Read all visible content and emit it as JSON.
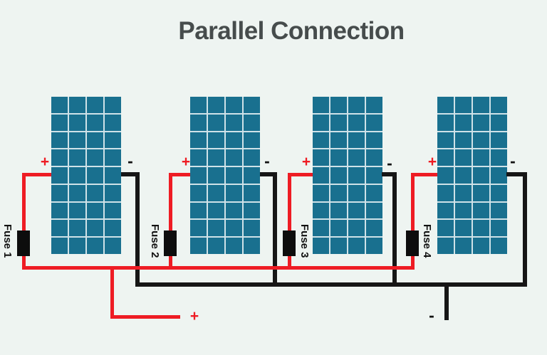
{
  "title": "Parallel Connection",
  "colors": {
    "background": "#eef4f1",
    "panel-cell": "#19708f",
    "panel-grid-line": "#cfe2e8",
    "wire-positive": "#ee1c24",
    "wire-negative": "#161616",
    "fuse-color": "#0d0d0d",
    "title-color": "#464c4c",
    "label-dark": "#111111"
  },
  "panel_grid": {
    "rows": 9,
    "cols": 4
  },
  "panels": [
    {
      "positive_label": "+",
      "negative_label": "-",
      "fuse_label": "Fuse 1"
    },
    {
      "positive_label": "+",
      "negative_label": "-",
      "fuse_label": "Fuse 2"
    },
    {
      "positive_label": "+",
      "negative_label": "-",
      "fuse_label": "Fuse 3"
    },
    {
      "positive_label": "+",
      "negative_label": "-",
      "fuse_label": "Fuse 4"
    }
  ],
  "output": {
    "positive_label": "+",
    "negative_label": "-"
  }
}
